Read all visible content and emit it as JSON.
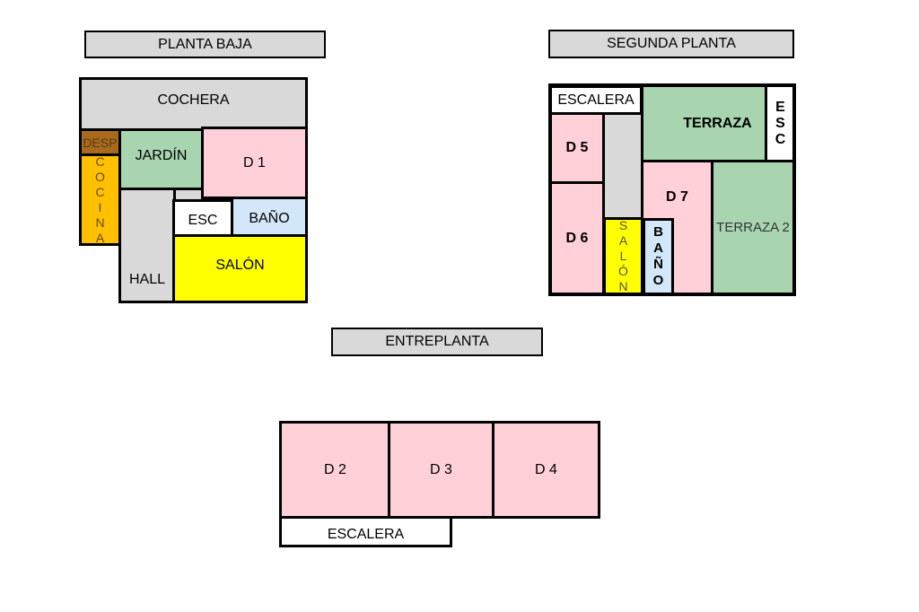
{
  "floors": {
    "planta_baja": {
      "title": "PLANTA BAJA",
      "rooms": {
        "cochera": "COCHERA",
        "desp": "DESP",
        "cocina": "COCINA",
        "jardin": "JARDÍN",
        "d1": "D 1",
        "hall": "HALL",
        "esc": "ESC",
        "bano": "BAÑO",
        "salon": "SALÓN"
      }
    },
    "segunda_planta": {
      "title": "SEGUNDA PLANTA",
      "rooms": {
        "escalera": "ESCALERA",
        "terraza": "TERRAZA",
        "esc": "ESC",
        "d5": "D 5",
        "d6": "D 6",
        "d7": "D 7",
        "terraza2": "TERRAZA 2",
        "salon": "SALÓN",
        "bano": "BAÑO"
      }
    },
    "entreplanta": {
      "title": "ENTREPLANTA",
      "rooms": {
        "d2": "D 2",
        "d3": "D 3",
        "d4": "D 4",
        "escalera": "ESCALERA"
      }
    }
  }
}
